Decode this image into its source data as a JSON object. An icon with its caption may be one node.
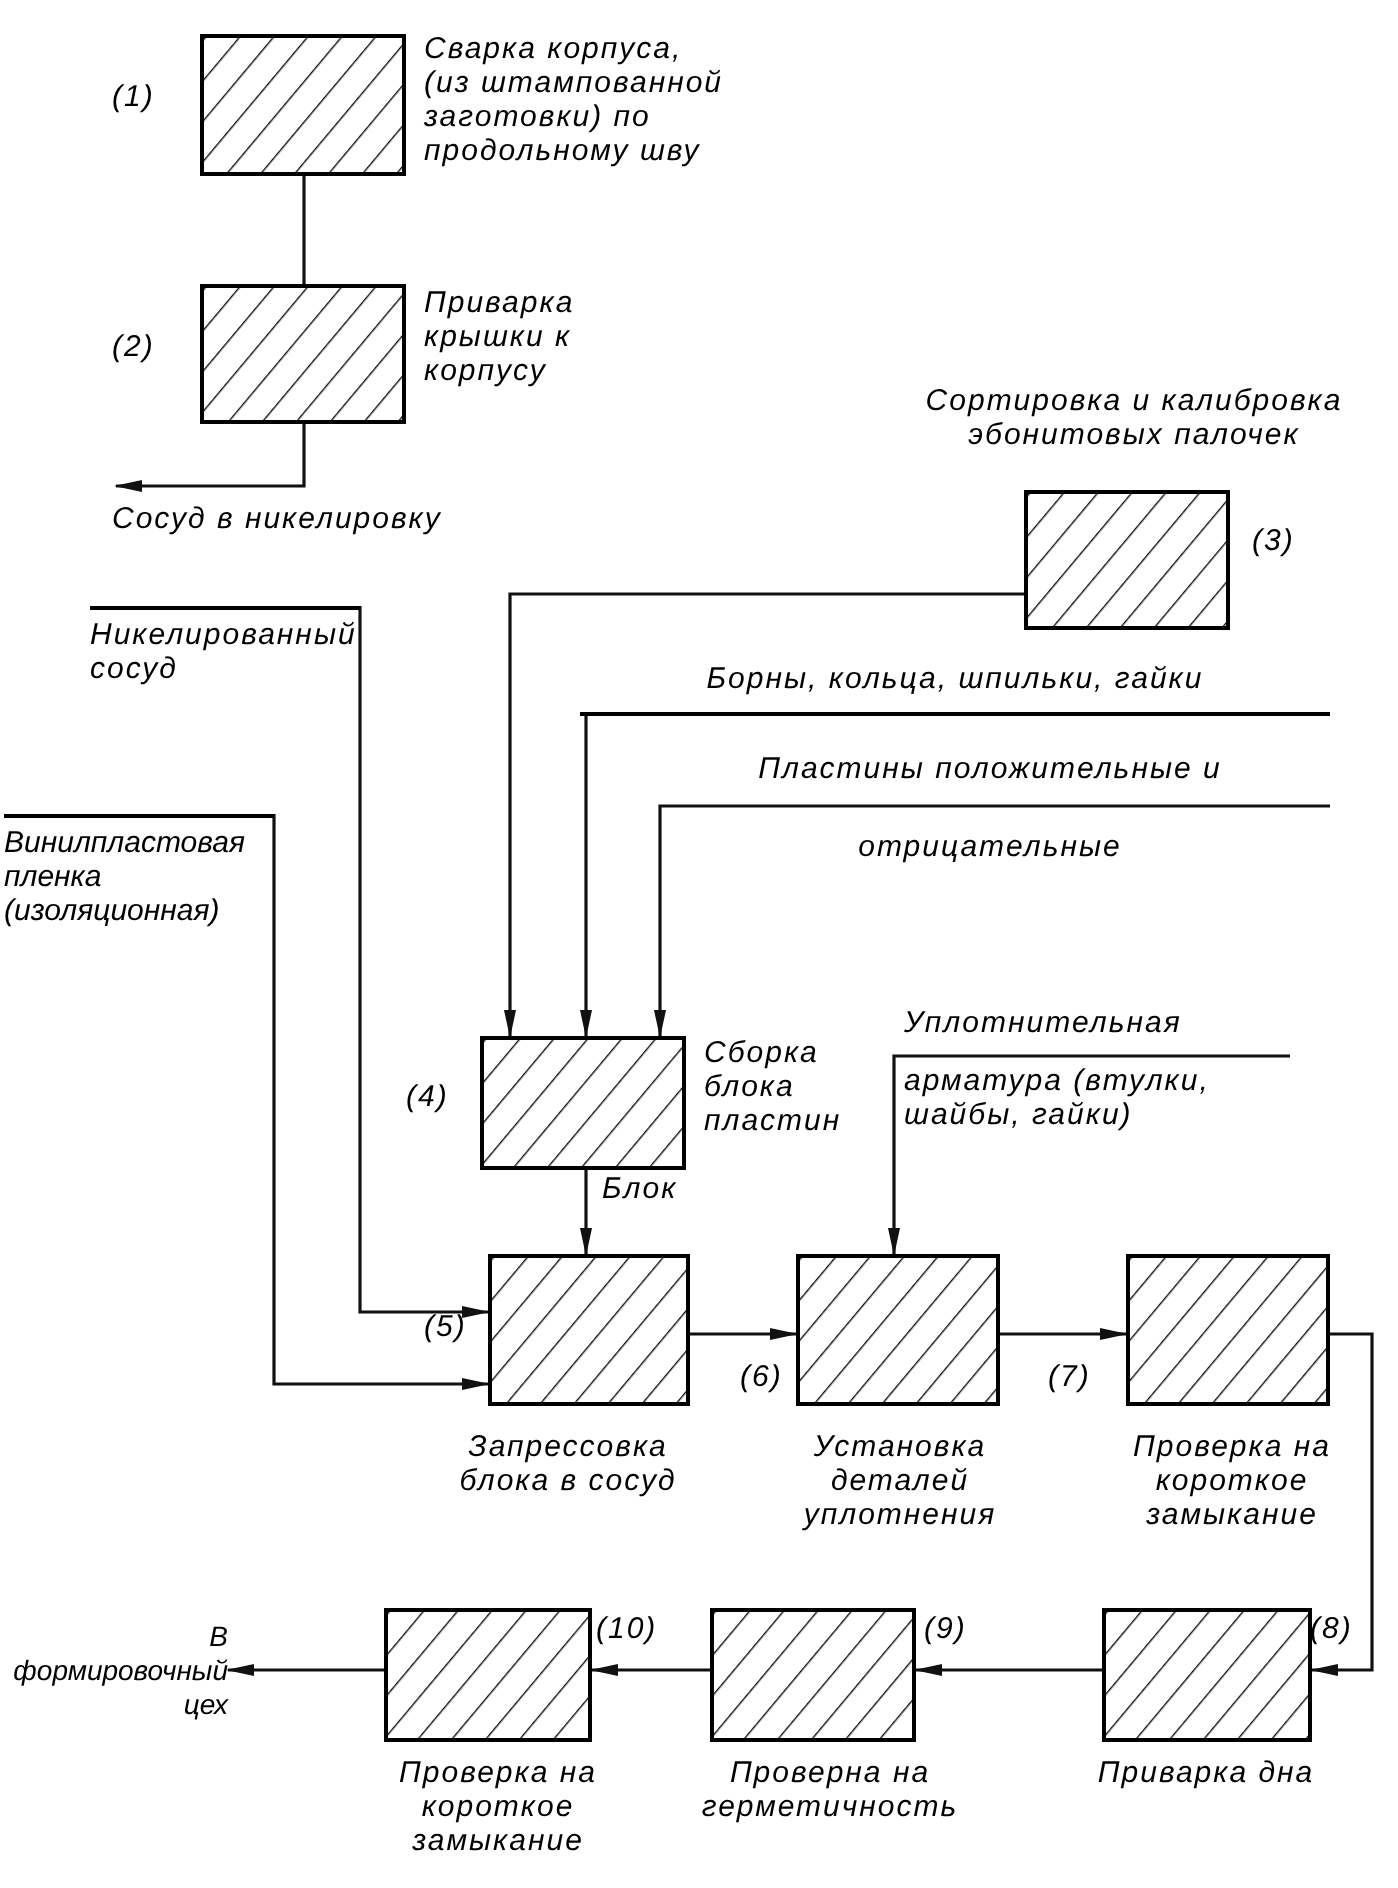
{
  "diagram": {
    "nodes": [
      {
        "text": [],
        "shape": "box",
        "beside": [
          "(1)",
          "Сварка корпуса, (из штампованной заготовки) по продольному шву"
        ]
      },
      {
        "text": [],
        "shape": "box",
        "beside": [
          "(2)",
          "Приварка крышки к корпусу"
        ]
      },
      {
        "text": [
          "Сосуд в никелировку"
        ]
      },
      {
        "text": [],
        "shape": "box",
        "beside": [
          "Сортировка и калибровка эбонитовых палочек",
          "(3)"
        ]
      },
      {
        "text": [
          "Никелированный сосуд"
        ]
      },
      {
        "text": [
          "Борны, кольца, шпильки, гайки"
        ]
      },
      {
        "text": [
          "Пластины положительные и",
          "отрицательные"
        ]
      },
      {
        "text": [
          "Винилпластовая пленка (изоляционная)"
        ]
      },
      {
        "text": [],
        "shape": "box",
        "beside": [
          "(4)",
          "Сборка блока пластин"
        ]
      },
      {
        "text": [
          "Уплотнительная",
          "арматура (втулки, шайбы, гайки)"
        ]
      },
      {
        "text": [],
        "shape": "box",
        "beside": [
          "(5)",
          "Запрессовка блока в сосуд"
        ]
      },
      {
        "text": [],
        "shape": "box",
        "beside": [
          "(6)",
          "Установка деталей уплотнения"
        ]
      },
      {
        "text": [],
        "shape": "box",
        "beside": [
          "(7)",
          "Проверка на короткое замыкание"
        ]
      },
      {
        "text": [
          "В формировочный цех"
        ]
      },
      {
        "text": [],
        "shape": "box",
        "beside": [
          "(10)",
          "Проверка на короткое замыкание"
        ]
      },
      {
        "text": [],
        "shape": "box",
        "beside": [
          "(9)",
          "Проверна на герметичность"
        ]
      },
      {
        "text": [],
        "shape": "box",
        "beside": [
          "(8)",
          "Приварка дна"
        ]
      }
    ],
    "edges": [
      {
        "from": 0,
        "to": 1,
        "arrow": "none"
      },
      {
        "from": 1,
        "to": 2,
        "arrow": "to"
      },
      {
        "from": 3,
        "to": 8,
        "arrow": "to"
      },
      {
        "from": 5,
        "to": 8,
        "arrow": "to"
      },
      {
        "from": 6,
        "to": 8,
        "arrow": "to"
      },
      {
        "from": 8,
        "to": 10,
        "arrow": "to",
        "label": "Блок"
      },
      {
        "from": 4,
        "to": 10,
        "arrow": "to"
      },
      {
        "from": 7,
        "to": 10,
        "arrow": "to"
      },
      {
        "from": 10,
        "to": 11,
        "arrow": "to"
      },
      {
        "from": 9,
        "to": 11,
        "arrow": "to"
      },
      {
        "from": 11,
        "to": 12,
        "arrow": "to"
      },
      {
        "from": 12,
        "to": 16,
        "arrow": "to"
      },
      {
        "from": 16,
        "to": 15,
        "arrow": "to"
      },
      {
        "from": 15,
        "to": 14,
        "arrow": "to"
      },
      {
        "from": 14,
        "to": 13,
        "arrow": "to"
      }
    ]
  }
}
